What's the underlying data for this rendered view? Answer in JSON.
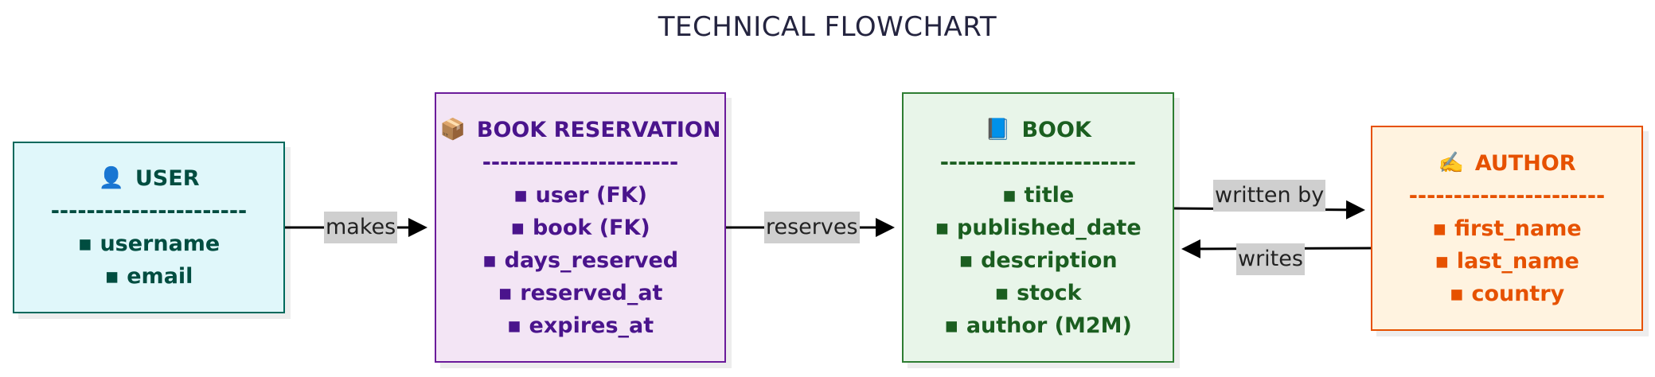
{
  "title": "TECHNICAL FLOWCHART",
  "separator": "----------------------",
  "nodes": {
    "user": {
      "icon": "👤",
      "icon_name": "user-icon",
      "label": "USER",
      "fields": [
        "username",
        "email"
      ]
    },
    "resv": {
      "icon": "📦",
      "icon_name": "package-icon",
      "label": "BOOK RESERVATION",
      "fields": [
        "user (FK)",
        "book (FK)",
        "days_reserved",
        "reserved_at",
        "expires_at"
      ]
    },
    "book": {
      "icon": "📘",
      "icon_name": "book-icon",
      "label": "BOOK",
      "fields": [
        "title",
        "published_date",
        "description",
        "stock",
        "author (M2M)"
      ]
    },
    "author": {
      "icon": "✍️",
      "icon_name": "writing-hand-icon",
      "label": "AUTHOR",
      "fields": [
        "first_name",
        "last_name",
        "country"
      ]
    }
  },
  "edges": {
    "makes": "makes",
    "reserves": "reserves",
    "written_by": "written by",
    "writes": "writes"
  },
  "colors": {
    "user": {
      "fill": "#e0f7fa",
      "stroke": "#00695c",
      "text": "#004d40"
    },
    "resv": {
      "fill": "#f3e5f5",
      "stroke": "#6a1b9a",
      "text": "#4a148c"
    },
    "book": {
      "fill": "#e8f5e9",
      "stroke": "#2e7d32",
      "text": "#1b5e20"
    },
    "author": {
      "fill": "#fff3e0",
      "stroke": "#e65100",
      "text": "#e65100"
    },
    "edge_label_bg": "#cfcfcf"
  }
}
